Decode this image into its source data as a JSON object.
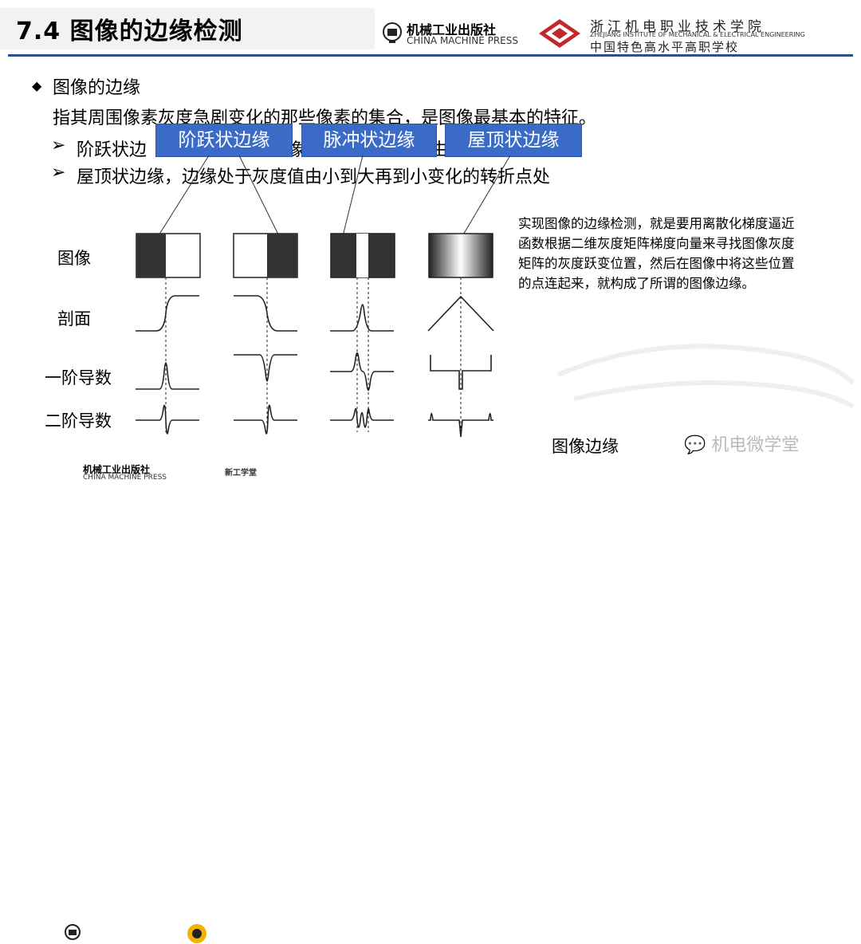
{
  "header": {
    "title": "7.4 图像的边缘检测",
    "publisher_cn": "机械工业出版社",
    "publisher_en": "CHINA MACHINE PRESS",
    "school_cn_art": "浙江机电职业技术学院",
    "school_en": "ZHEJIANG INSTITUTE OF MECHANICAL & ELECTRICAL ENGINEERING",
    "school_cn": "中国特色高水平高职学校"
  },
  "content": {
    "heading": "图像的边缘",
    "definition": "指其周围像素灰度急剧变化的那些像素的集合，是图像最基本的特征。",
    "bullet1_left": "阶跃状边",
    "bullet1_mid": "像",
    "bullet1_right": "由",
    "bullet2": "屋顶状边缘，边缘处于灰度值由小到大再到小变化的转折点处",
    "callouts": [
      "阶跃状边缘",
      "脉冲状边缘",
      "屋顶状边缘"
    ]
  },
  "diagram": {
    "row_labels": [
      "图像",
      "剖面",
      "一阶导数",
      "二阶导数"
    ],
    "caption": "图像边缘"
  },
  "explanation": "实现图像的边缘检测，就是要用离散化梯度逼近函数根据二维灰度矩阵梯度向量来寻找图像灰度矩阵的灰度跃变位置，然后在图像中将这些位置的点连起来，就构成了所谓的图像边缘。",
  "footer": {
    "publisher_cn": "机械工业出版社",
    "publisher_en": "CHINA MACHINE PRESS",
    "logo2_text": "新工学堂"
  },
  "watermark": "机电微学堂",
  "colors": {
    "accent_blue": "#3a6bc6",
    "title_line": "#2e4f8e",
    "dark_fill": "#333333"
  }
}
